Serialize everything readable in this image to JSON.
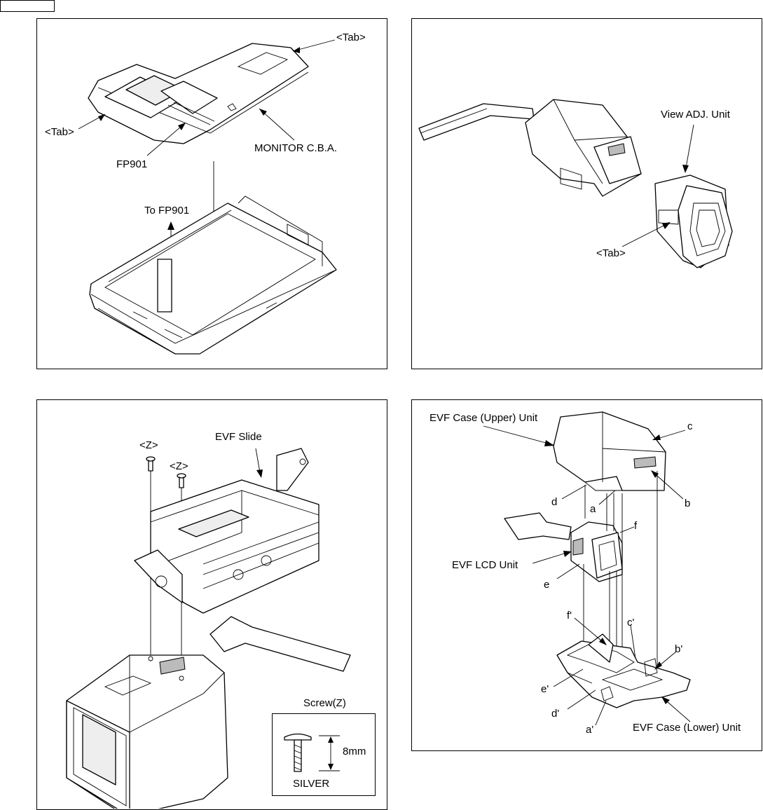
{
  "panel1": {
    "tab_top": "<Tab>",
    "tab_left": "<Tab>",
    "fp901": "FP901",
    "monitor_cba": "MONITOR C.B.A.",
    "to_fp901": "To FP901"
  },
  "panel2": {
    "view_adj_unit": "View ADJ. Unit",
    "tab": "<Tab>"
  },
  "panel3": {
    "z1": "<Z>",
    "z2": "<Z>",
    "evf_slide": "EVF Slide",
    "screw_title": "Screw(Z)",
    "screw_length": "8mm",
    "screw_color": "SILVER"
  },
  "panel4": {
    "upper_unit": "EVF Case (Upper) Unit",
    "c": "c",
    "b": "b",
    "d": "d",
    "a": "a",
    "f": "f",
    "lcd_unit": "EVF LCD Unit",
    "e": "e",
    "f_prime": "f'",
    "c_prime": "c'",
    "b_prime": "b'",
    "e_prime": "e'",
    "d_prime": "d'",
    "a_prime": "a'",
    "lower_unit": "EVF Case (Lower) Unit"
  }
}
